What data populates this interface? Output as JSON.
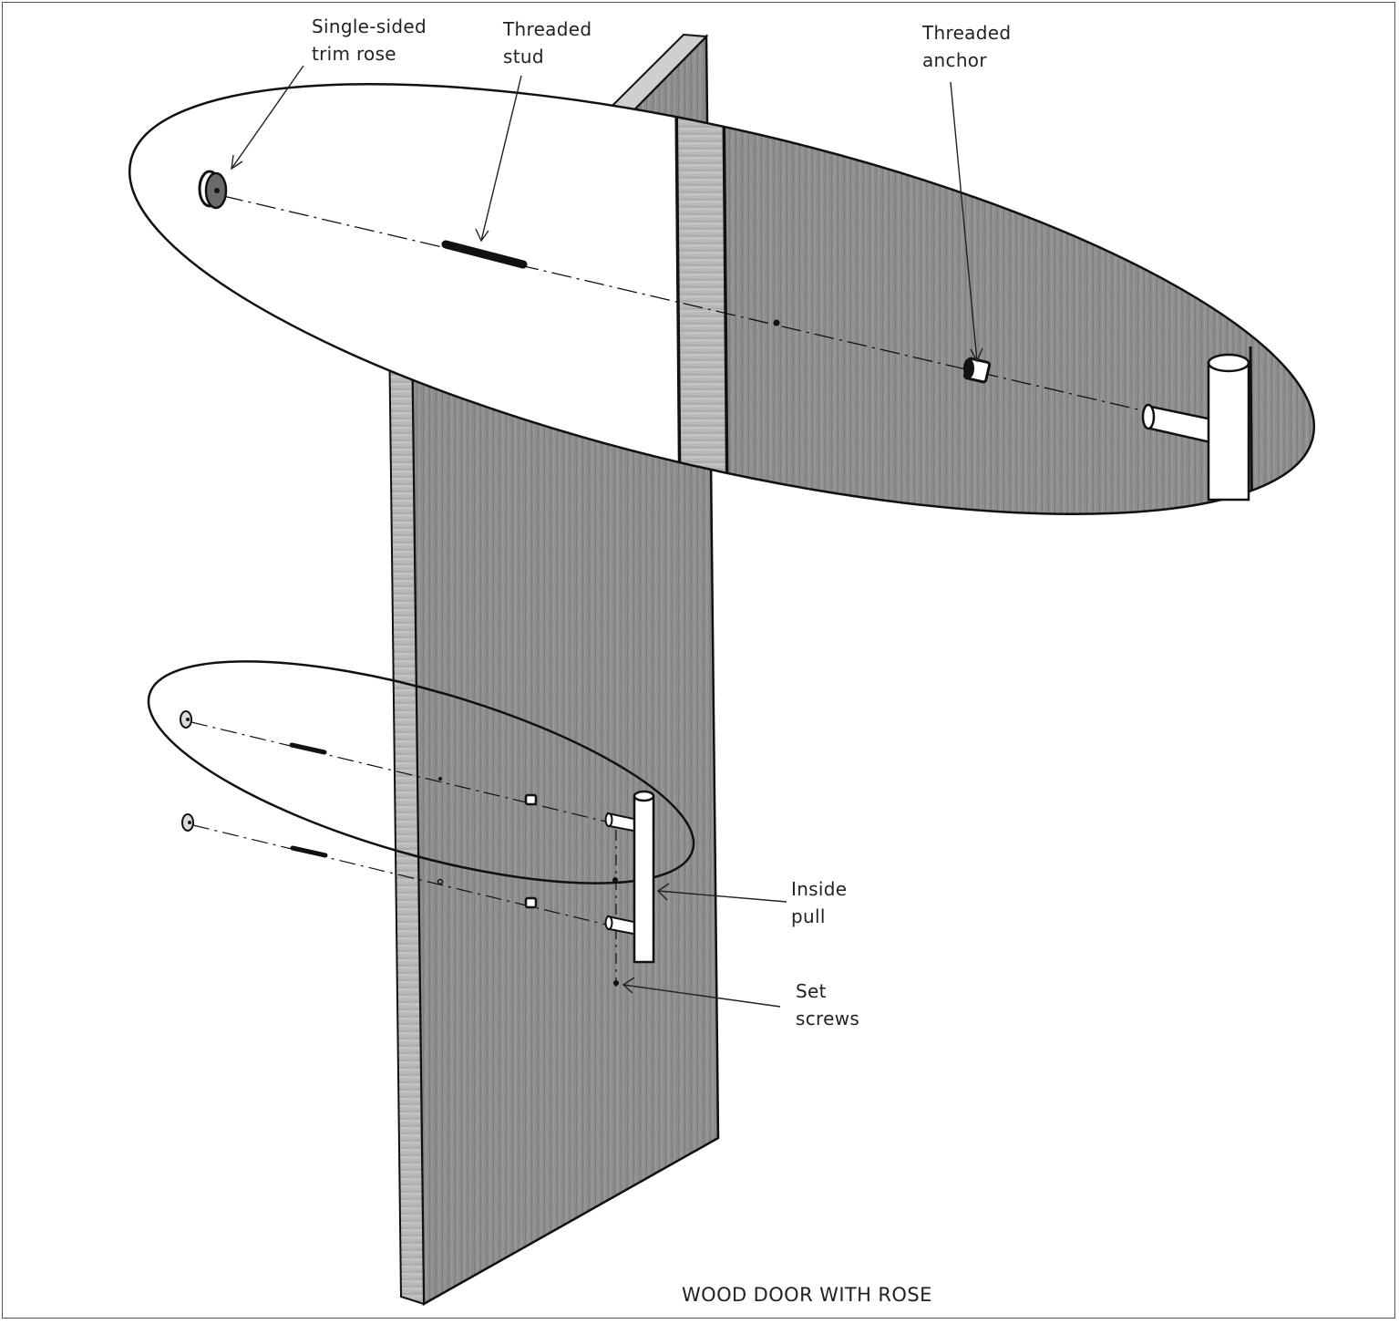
{
  "labels": {
    "trim_rose": "Single-sided\ntrim rose",
    "threaded_stud": "Threaded\nstud",
    "threaded_anchor": "Threaded\nanchor",
    "inside_pull": "Inside\npull",
    "set_screws": "Set\nscrews"
  },
  "caption": "WOOD DOOR WITH ROSE",
  "colors": {
    "wood_face": "#8d8d8d",
    "wood_edge": "#b4b4b4",
    "outline": "#111111",
    "hardware": "#ffffff"
  }
}
